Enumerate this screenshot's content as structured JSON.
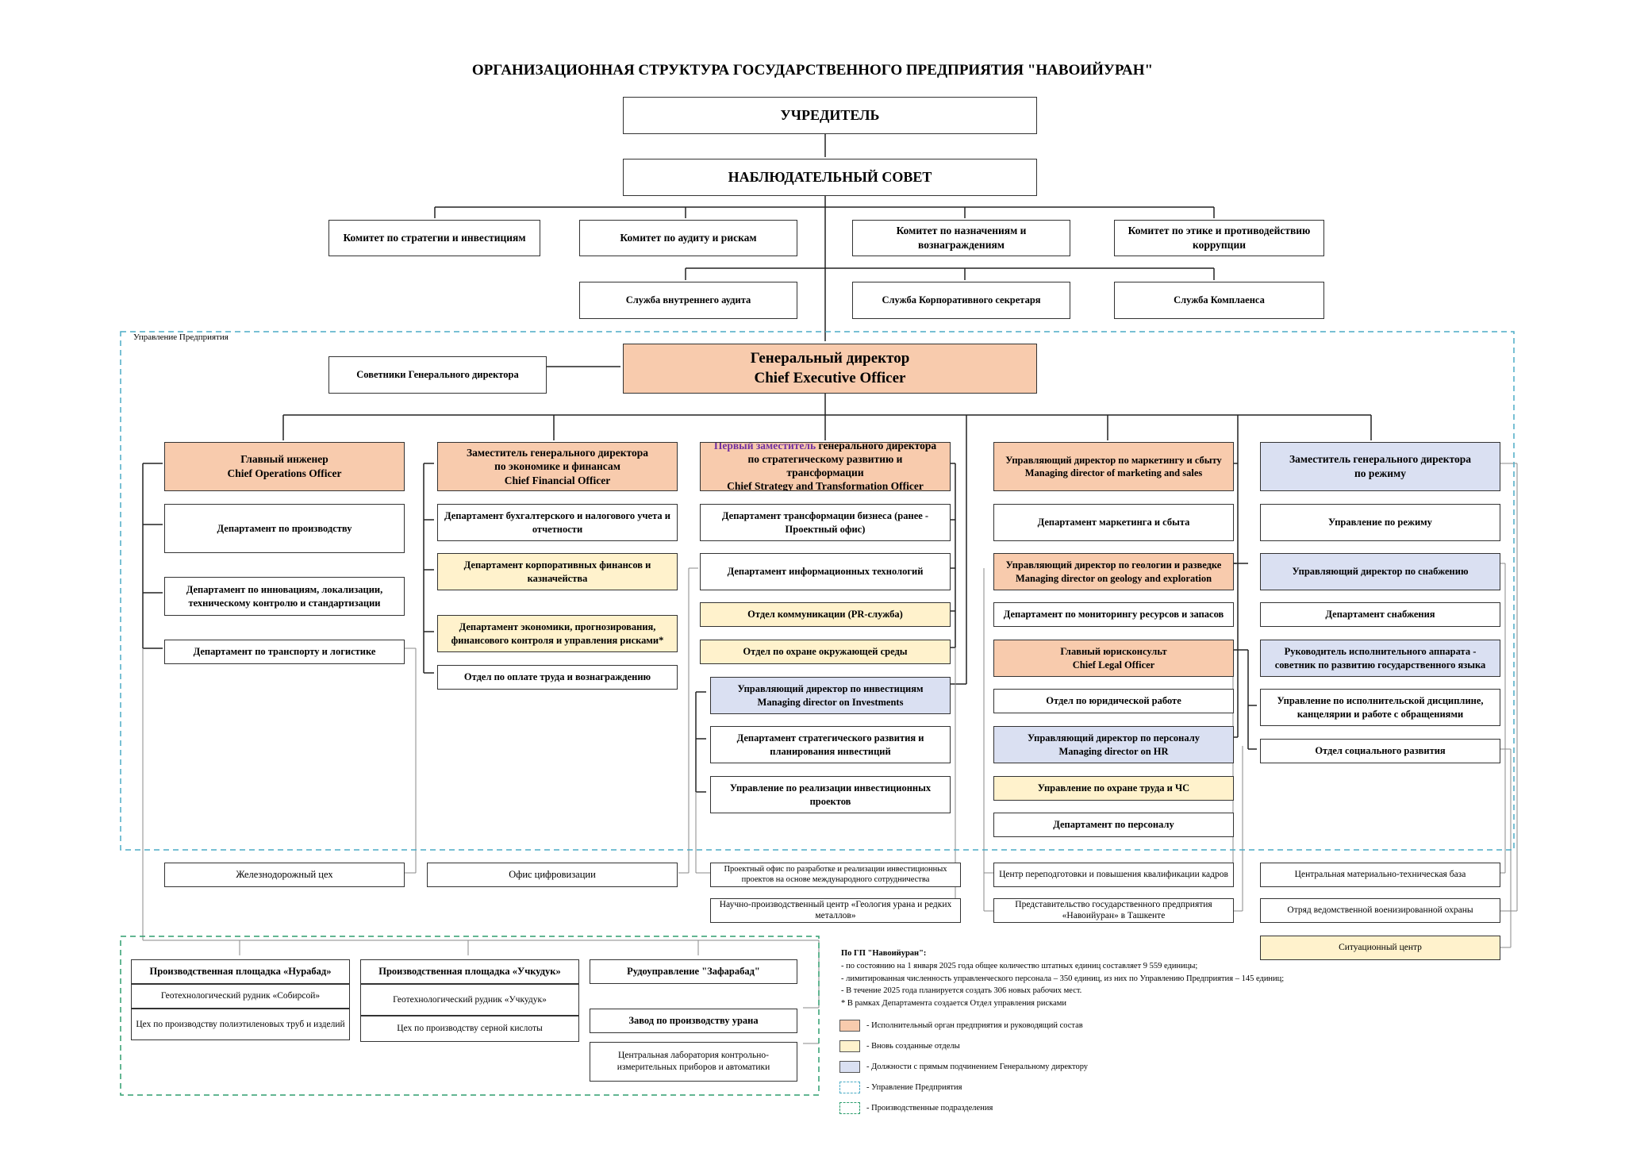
{
  "title": "ОРГАНИЗАЦИОННАЯ СТРУКТУРА ГОСУДАРСТВЕННОГО ПРЕДПРИЯТИЯ \"НАВОИЙУРАН\"",
  "colors": {
    "exec": "#f8cbad",
    "new": "#fff2cc",
    "direct": "#dae0f2",
    "zone_mgmt": "#4bacc6",
    "zone_prod": "#2e9e6e"
  },
  "top": {
    "founder": "УЧРЕДИТЕЛЬ",
    "board": "НАБЛЮДАТЕЛЬНЫЙ СОВЕТ",
    "committees": [
      "Комитет по стратегии и инвестициям",
      "Комитет по аудиту и рискам",
      "Комитет по назначениям и вознаграждениям",
      "Комитет по этике и противодействию коррупции"
    ],
    "services": [
      "Служба внутреннего аудита",
      "Служба Корпоративного секретаря",
      "Служба Комплаенса"
    ]
  },
  "mgmt": {
    "zone_label": "Управление Предприятия",
    "advisors": "Советники Генерального директора",
    "ceo_ru": "Генеральный директор",
    "ceo_en": "Chief Executive Officer"
  },
  "col1": {
    "head": [
      "Главный инженер",
      "Chief Operations Officer"
    ],
    "items": [
      "Департамент по производству",
      "Департамент по инновациям, локализации, техническому контролю и стандартизации",
      "Департамент по транспорту и логистике"
    ],
    "outside": "Железнодорожный цех"
  },
  "col2": {
    "head": [
      "Заместитель генерального директора",
      "по экономике и финансам",
      "Chief Financial Officer"
    ],
    "items": [
      "Департамент бухгалтерского и налогового учета и отчетности",
      "Департамент корпоративных финансов и казначейства",
      "Департамент экономики, прогнозирования, финансового контроля и управления рисками*",
      "Отдел по оплате труда и вознаграждению"
    ],
    "outside": "Офис цифровизации"
  },
  "col3": {
    "head_hl": "Первый заместитель",
    "head_rest": " генерального директора",
    "head_lines": [
      "по стратегическому развитию и",
      "трансформации",
      "Chief Strategy and Transformation  Officer"
    ],
    "items": [
      "Департамент трансформации бизнеса (ранее - Проектный офис)",
      "Департамент информационных технологий",
      "Отдел коммуникации (PR-служба)",
      "Отдел по охране окружающей среды"
    ],
    "inv_head": [
      "Управляющий директор по инвестициям",
      "Managing director on Investments"
    ],
    "inv_items": [
      "Департамент стратегического развития и планирования инвестиций",
      "Управление по реализации инвестиционных проектов"
    ],
    "outside": [
      "Проектный офис по разработке и реализации инвестиционных проектов на основе международного сотрудничества",
      "Научно-производственный центр «Геология урана и редких металлов»"
    ]
  },
  "col4": {
    "head": [
      "Управляющий директор по маркетингу и сбыту",
      "Managing director of marketing and sales"
    ],
    "item_mkt": "Департамент маркетинга и сбыта",
    "geo_head": [
      "Управляющий директор по геологии и разведке",
      "Managing director on geology and exploration"
    ],
    "item_geo": "Департамент по мониторингу ресурсов и запасов",
    "legal_head": [
      "Главный юрисконсульт",
      "Chief Legal Officer"
    ],
    "item_legal": "Отдел по юридической работе",
    "hr_head": [
      "Управляющий директор по персоналу",
      "Managing director on HR"
    ],
    "hr_items": [
      "Управление по охране труда и ЧС",
      "Департамент по персоналу"
    ],
    "outside": [
      "Центр переподготовки и повышения квалификации кадров",
      "Представительство государственного предприятия «Навоийуран» в Ташкенте"
    ]
  },
  "col5": {
    "head": [
      "Заместитель генерального директора",
      "по режиму"
    ],
    "item_reg": "Управление по режиму",
    "sup_head": "Управляющий директор по снабжению",
    "item_sup": "Департамент снабжения",
    "app_head": [
      "Руководитель исполнительного аппарата -",
      "советник по развитию государственного языка"
    ],
    "app_items": [
      "Управление по исполнительской дисциплине, канцелярии и работе с обращениями",
      "Отдел социального развития"
    ],
    "outside": [
      "Центральная материально-техническая база",
      "Отряд ведомственной военизированной охраны",
      "Ситуационный центр"
    ]
  },
  "production": {
    "nurabad": {
      "head": "Производственная площадка «Нурабад»",
      "items": [
        "Геотехнологический рудник «Собирсой»",
        "Цех по производству полиэтиленовых труб и изделий"
      ]
    },
    "uchkuduk": {
      "head": "Производственная площадка «Учкудук»",
      "items": [
        "Геотехнологический рудник «Учкудук»",
        "Цех по производству серной кислоты"
      ]
    },
    "zafarabad": {
      "head": "Рудоуправление \"Зафарабад\"",
      "items": [
        "Завод по производству урана",
        "Центральная лаборатория контрольно-измерительных приборов и автоматики"
      ]
    }
  },
  "notes": {
    "heading": "По ГП \"Навоийуран\":",
    "lines": [
      "-   по состоянию на 1 января 2025 года общее количество штатных единиц составляет 9 559 единицы;",
      "-   лимитированная численность управленческого персонала – 350 единиц, из них по Управлению Предприятия – 145 единиц;",
      "-   В течение 2025 года планируется создать 306 новых рабочих мест.",
      "*   В рамках Департамента создается Отдел управления рисками"
    ]
  },
  "legend": [
    "-  Исполнительный орган предприятия и руководящий состав",
    "-  Вновь созданные отделы",
    "-  Должности с прямым подчинением Генеральному директору",
    "-  Управление Предприятия",
    "-  Производственные подразделения"
  ]
}
